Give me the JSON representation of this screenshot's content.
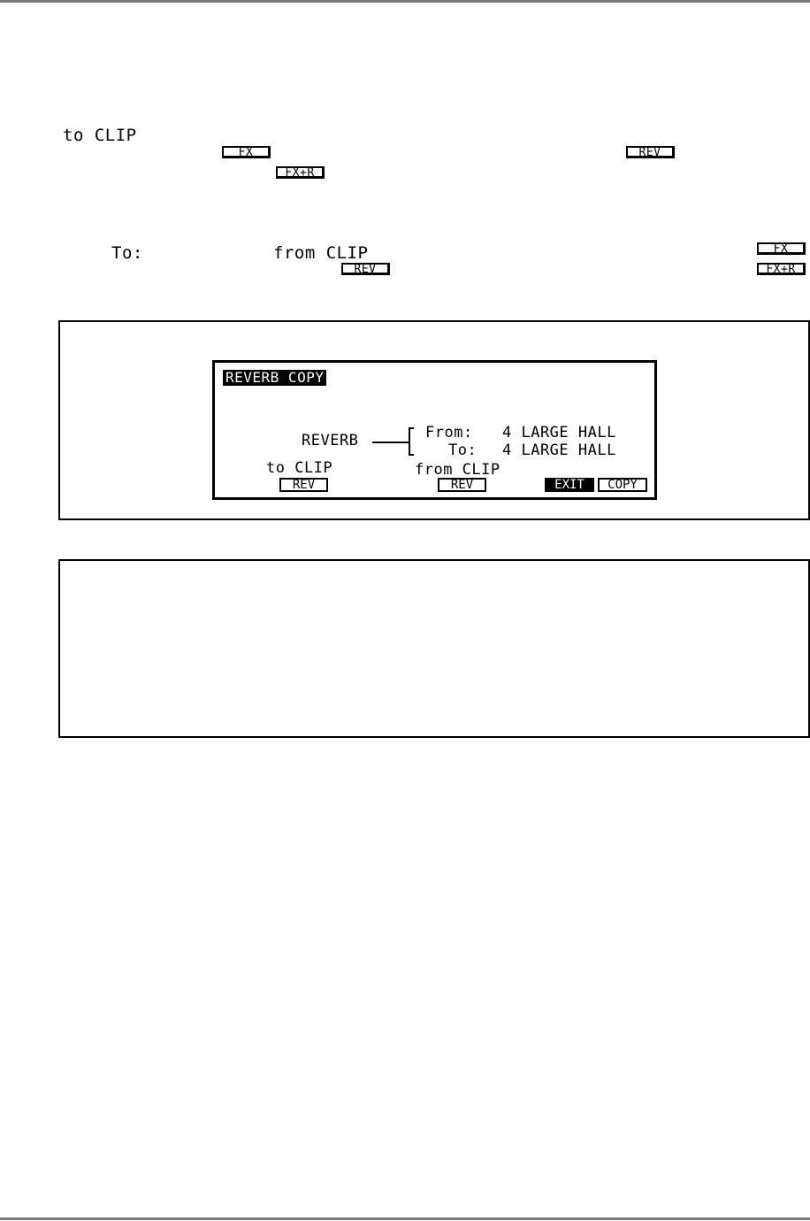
{
  "intro": {
    "param1": "to CLIP",
    "param2": "To:",
    "param3": "from CLIP"
  },
  "softkeys": {
    "fx": "FX",
    "rev": "REV",
    "fxr": "FX+R"
  },
  "lcd": {
    "title": "REVERB COPY",
    "reverb_label": "REVERB",
    "from_label": "From:",
    "from_value": "4 LARGE HALL",
    "to_label": "To:",
    "to_value": "4 LARGE HALL",
    "to_clip_label": "to CLIP",
    "from_clip_label": "from CLIP",
    "rev_key": "REV",
    "exit_key": "EXIT",
    "copy_key": "COPY"
  }
}
